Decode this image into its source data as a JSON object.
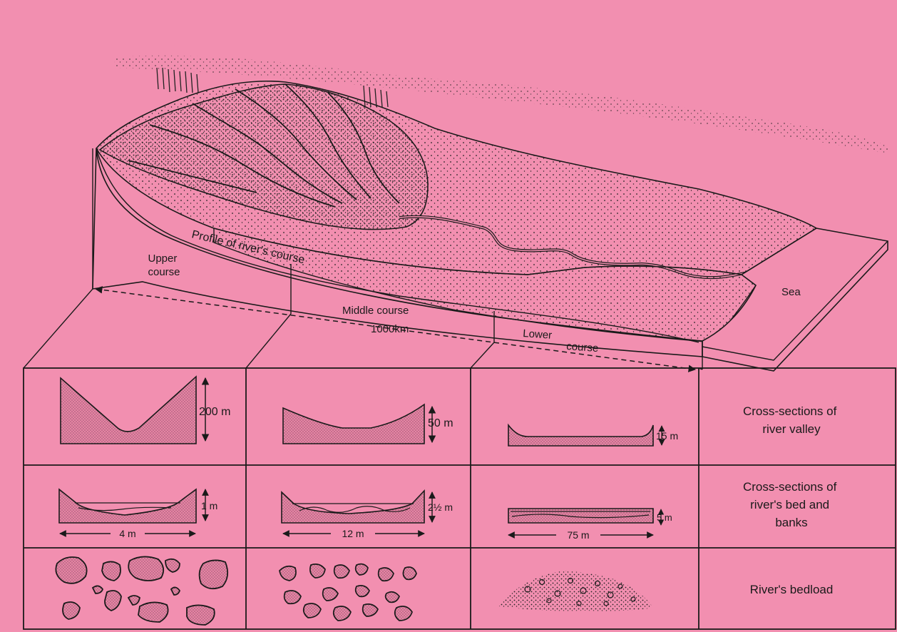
{
  "colors": {
    "background": "#f28fb0",
    "ink": "#1a1a1a",
    "fill": "#e97fa2"
  },
  "landscape": {
    "upper_course": [
      "Upper",
      "course"
    ],
    "profile_label": "Profile of river's course",
    "middle_course": "Middle course",
    "distance": "1000km",
    "lower_course": [
      "Lower",
      "course"
    ],
    "sea": "Sea"
  },
  "valley": {
    "upper_height": "200 m",
    "middle_height": "50 m",
    "lower_height": "15 m",
    "caption": [
      "Cross-sections of",
      "river valley"
    ]
  },
  "bed": {
    "upper_depth": "1 m",
    "upper_width": "4 m",
    "middle_depth": "2½ m",
    "middle_width": "12 m",
    "lower_depth": "5 m",
    "lower_width": "75 m",
    "caption": [
      "Cross-sections of",
      "river's bed and",
      "banks"
    ]
  },
  "bedload": {
    "caption": "River's bedload"
  }
}
